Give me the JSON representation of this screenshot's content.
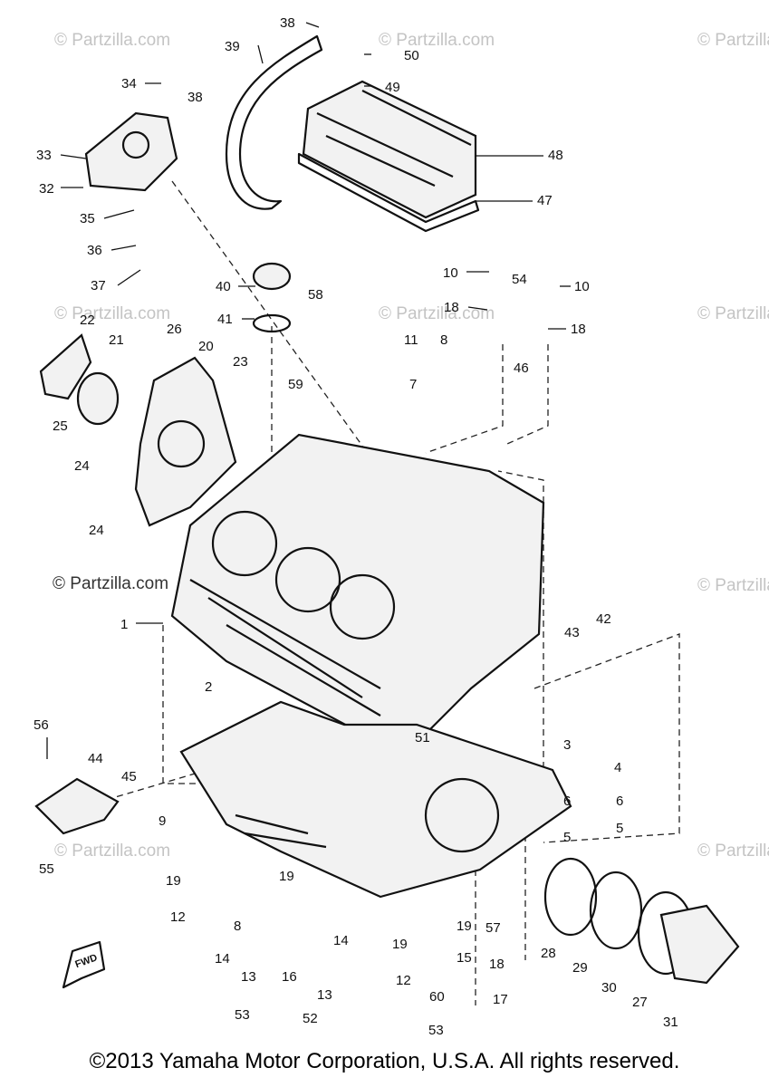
{
  "watermark": {
    "text": "© Partzilla.com",
    "faded_color": "#c4c4c4",
    "dark_color": "#333333"
  },
  "callouts": [
    {
      "id": "c38a",
      "label": "38"
    },
    {
      "id": "c39",
      "label": "39"
    },
    {
      "id": "c50",
      "label": "50"
    },
    {
      "id": "c34",
      "label": "34"
    },
    {
      "id": "c38b",
      "label": "38"
    },
    {
      "id": "c49",
      "label": "49"
    },
    {
      "id": "c33",
      "label": "33"
    },
    {
      "id": "c48",
      "label": "48"
    },
    {
      "id": "c32",
      "label": "32"
    },
    {
      "id": "c47",
      "label": "47"
    },
    {
      "id": "c35",
      "label": "35"
    },
    {
      "id": "c36",
      "label": "36"
    },
    {
      "id": "c10a",
      "label": "10"
    },
    {
      "id": "c37",
      "label": "37"
    },
    {
      "id": "c54",
      "label": "54"
    },
    {
      "id": "c10b",
      "label": "10"
    },
    {
      "id": "c40",
      "label": "40"
    },
    {
      "id": "c58",
      "label": "58"
    },
    {
      "id": "c18a",
      "label": "18"
    },
    {
      "id": "c41",
      "label": "41"
    },
    {
      "id": "c18b",
      "label": "18"
    },
    {
      "id": "c22",
      "label": "22"
    },
    {
      "id": "c26",
      "label": "26"
    },
    {
      "id": "c11",
      "label": "11"
    },
    {
      "id": "c8a",
      "label": "8"
    },
    {
      "id": "c21",
      "label": "21"
    },
    {
      "id": "c20",
      "label": "20"
    },
    {
      "id": "c23",
      "label": "23"
    },
    {
      "id": "c7",
      "label": "7"
    },
    {
      "id": "c46",
      "label": "46"
    },
    {
      "id": "c59",
      "label": "59"
    },
    {
      "id": "c25",
      "label": "25"
    },
    {
      "id": "c24a",
      "label": "24"
    },
    {
      "id": "c24b",
      "label": "24"
    },
    {
      "id": "c1",
      "label": "1"
    },
    {
      "id": "c43",
      "label": "43"
    },
    {
      "id": "c42",
      "label": "42"
    },
    {
      "id": "c2",
      "label": "2"
    },
    {
      "id": "c56",
      "label": "56"
    },
    {
      "id": "c44",
      "label": "44"
    },
    {
      "id": "c45",
      "label": "45"
    },
    {
      "id": "c51",
      "label": "51"
    },
    {
      "id": "c3",
      "label": "3"
    },
    {
      "id": "c4",
      "label": "4"
    },
    {
      "id": "c9",
      "label": "9"
    },
    {
      "id": "c6a",
      "label": "6"
    },
    {
      "id": "c6b",
      "label": "6"
    },
    {
      "id": "c5a",
      "label": "5"
    },
    {
      "id": "c5b",
      "label": "5"
    },
    {
      "id": "c55",
      "label": "55"
    },
    {
      "id": "c19a",
      "label": "19"
    },
    {
      "id": "c19b",
      "label": "19"
    },
    {
      "id": "c12a",
      "label": "12"
    },
    {
      "id": "c8b",
      "label": "8"
    },
    {
      "id": "c19c",
      "label": "19"
    },
    {
      "id": "c57",
      "label": "57"
    },
    {
      "id": "c14a",
      "label": "14"
    },
    {
      "id": "c14b",
      "label": "14"
    },
    {
      "id": "c19d",
      "label": "19"
    },
    {
      "id": "c13a",
      "label": "13"
    },
    {
      "id": "c16",
      "label": "16"
    },
    {
      "id": "c15",
      "label": "15"
    },
    {
      "id": "c28",
      "label": "28"
    },
    {
      "id": "c18c",
      "label": "18"
    },
    {
      "id": "c29",
      "label": "29"
    },
    {
      "id": "c13b",
      "label": "13"
    },
    {
      "id": "c12b",
      "label": "12"
    },
    {
      "id": "c30",
      "label": "30"
    },
    {
      "id": "c60",
      "label": "60"
    },
    {
      "id": "c17",
      "label": "17"
    },
    {
      "id": "c27",
      "label": "27"
    },
    {
      "id": "c53a",
      "label": "53"
    },
    {
      "id": "c52",
      "label": "52"
    },
    {
      "id": "c53b",
      "label": "53"
    },
    {
      "id": "c31",
      "label": "31"
    }
  ],
  "fwd_marker": {
    "label": "FWD"
  },
  "copyright": "©2013 Yamaha Motor Corporation, U.S.A. All rights reserved."
}
